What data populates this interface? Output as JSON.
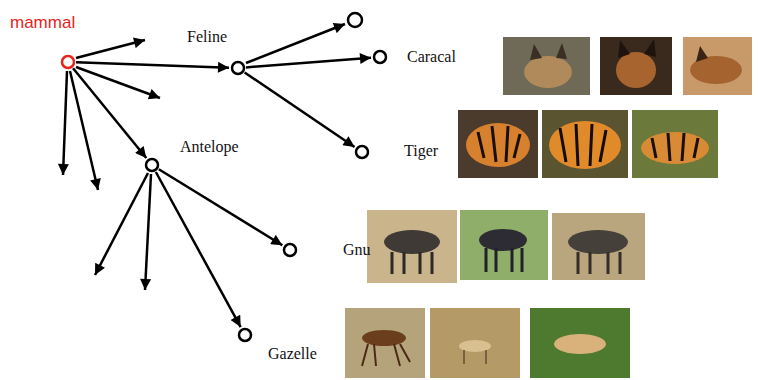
{
  "diagram": {
    "nodes": [
      {
        "text": [
          "mammal"
        ]
      },
      {
        "text": [
          "Feline"
        ]
      },
      {
        "text": [
          "Caracal"
        ]
      },
      {
        "text": [
          "Tiger"
        ]
      },
      {
        "text": [
          "Antelope"
        ]
      },
      {
        "text": [
          "Gnu"
        ]
      },
      {
        "text": [
          "Gazelle"
        ]
      }
    ],
    "edges": [
      {
        "from": 0,
        "to": 1,
        "arrow": "to"
      },
      {
        "from": 0,
        "to": 4,
        "arrow": "to"
      },
      {
        "from": 1,
        "to": 2,
        "arrow": "to"
      },
      {
        "from": 1,
        "to": 3,
        "arrow": "to"
      },
      {
        "from": 4,
        "to": 5,
        "arrow": "to"
      },
      {
        "from": 4,
        "to": 6,
        "arrow": "to"
      }
    ]
  }
}
